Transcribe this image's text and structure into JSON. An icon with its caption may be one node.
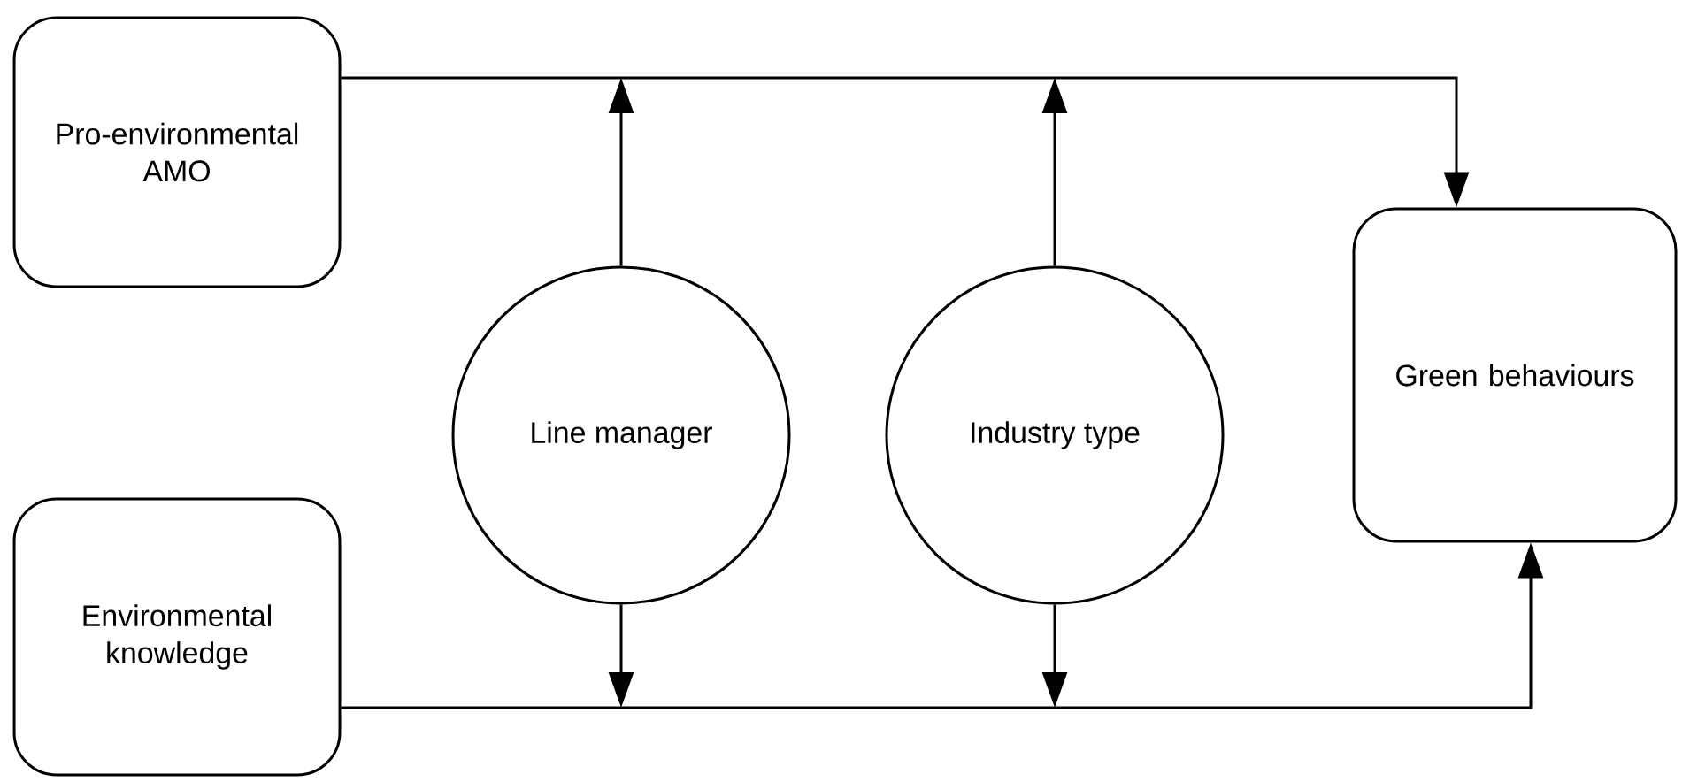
{
  "diagram": {
    "nodes": [
      {
        "text": [
          "Pro-environmental AMO"
        ]
      },
      {
        "text": [
          "Environmental knowledge"
        ]
      },
      {
        "text": [
          "Line manager"
        ]
      },
      {
        "text": [
          "Industry type"
        ]
      },
      {
        "text": [
          "Green behaviours"
        ]
      }
    ],
    "edges": [
      {
        "from": 0,
        "to": 4,
        "arrow": "to"
      },
      {
        "from": 1,
        "to": 4,
        "arrow": "to"
      },
      {
        "from": 2,
        "to": null,
        "arrow": "to"
      },
      {
        "from": 3,
        "to": null,
        "arrow": "to"
      },
      {
        "from": 2,
        "to": null,
        "arrow": "to"
      },
      {
        "from": 3,
        "to": null,
        "arrow": "to"
      }
    ]
  }
}
